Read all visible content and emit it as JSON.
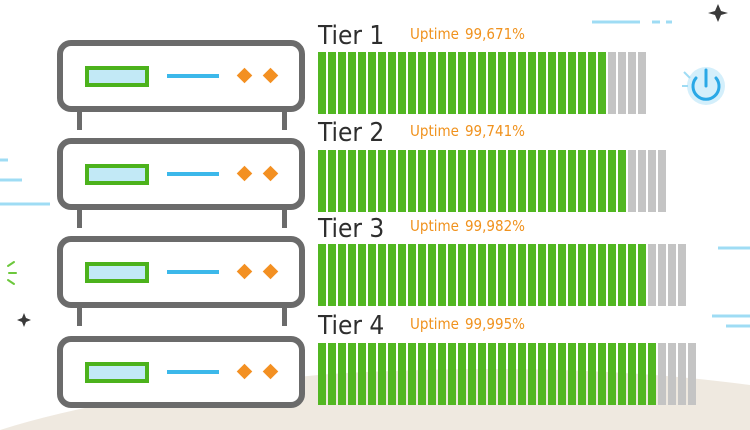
{
  "colors": {
    "server_outline": "#6b6b6b",
    "disk_green": "#4cb21c",
    "disk_fill": "#c2e9f6",
    "link_blue": "#3cb8ea",
    "led_orange": "#f39022",
    "bar_green": "#52b722",
    "bar_gray": "#c4c4c4",
    "uptime_text": "#f0921e"
  },
  "icons": [
    "power-icon",
    "sparkle-icon",
    "burst-icon"
  ],
  "tiers": [
    {
      "label": "Tier 1",
      "uptime_label": "Uptime",
      "uptime_value": "99,671%",
      "filled_segments": 29,
      "empty_segments": 4
    },
    {
      "label": "Tier 2",
      "uptime_label": "Uptime",
      "uptime_value": "99,741%",
      "filled_segments": 31,
      "empty_segments": 4
    },
    {
      "label": "Tier 3",
      "uptime_label": "Uptime",
      "uptime_value": "99,982%",
      "filled_segments": 33,
      "empty_segments": 4
    },
    {
      "label": "Tier 4",
      "uptime_label": "Uptime",
      "uptime_value": "99,995%",
      "filled_segments": 34,
      "empty_segments": 4
    }
  ]
}
